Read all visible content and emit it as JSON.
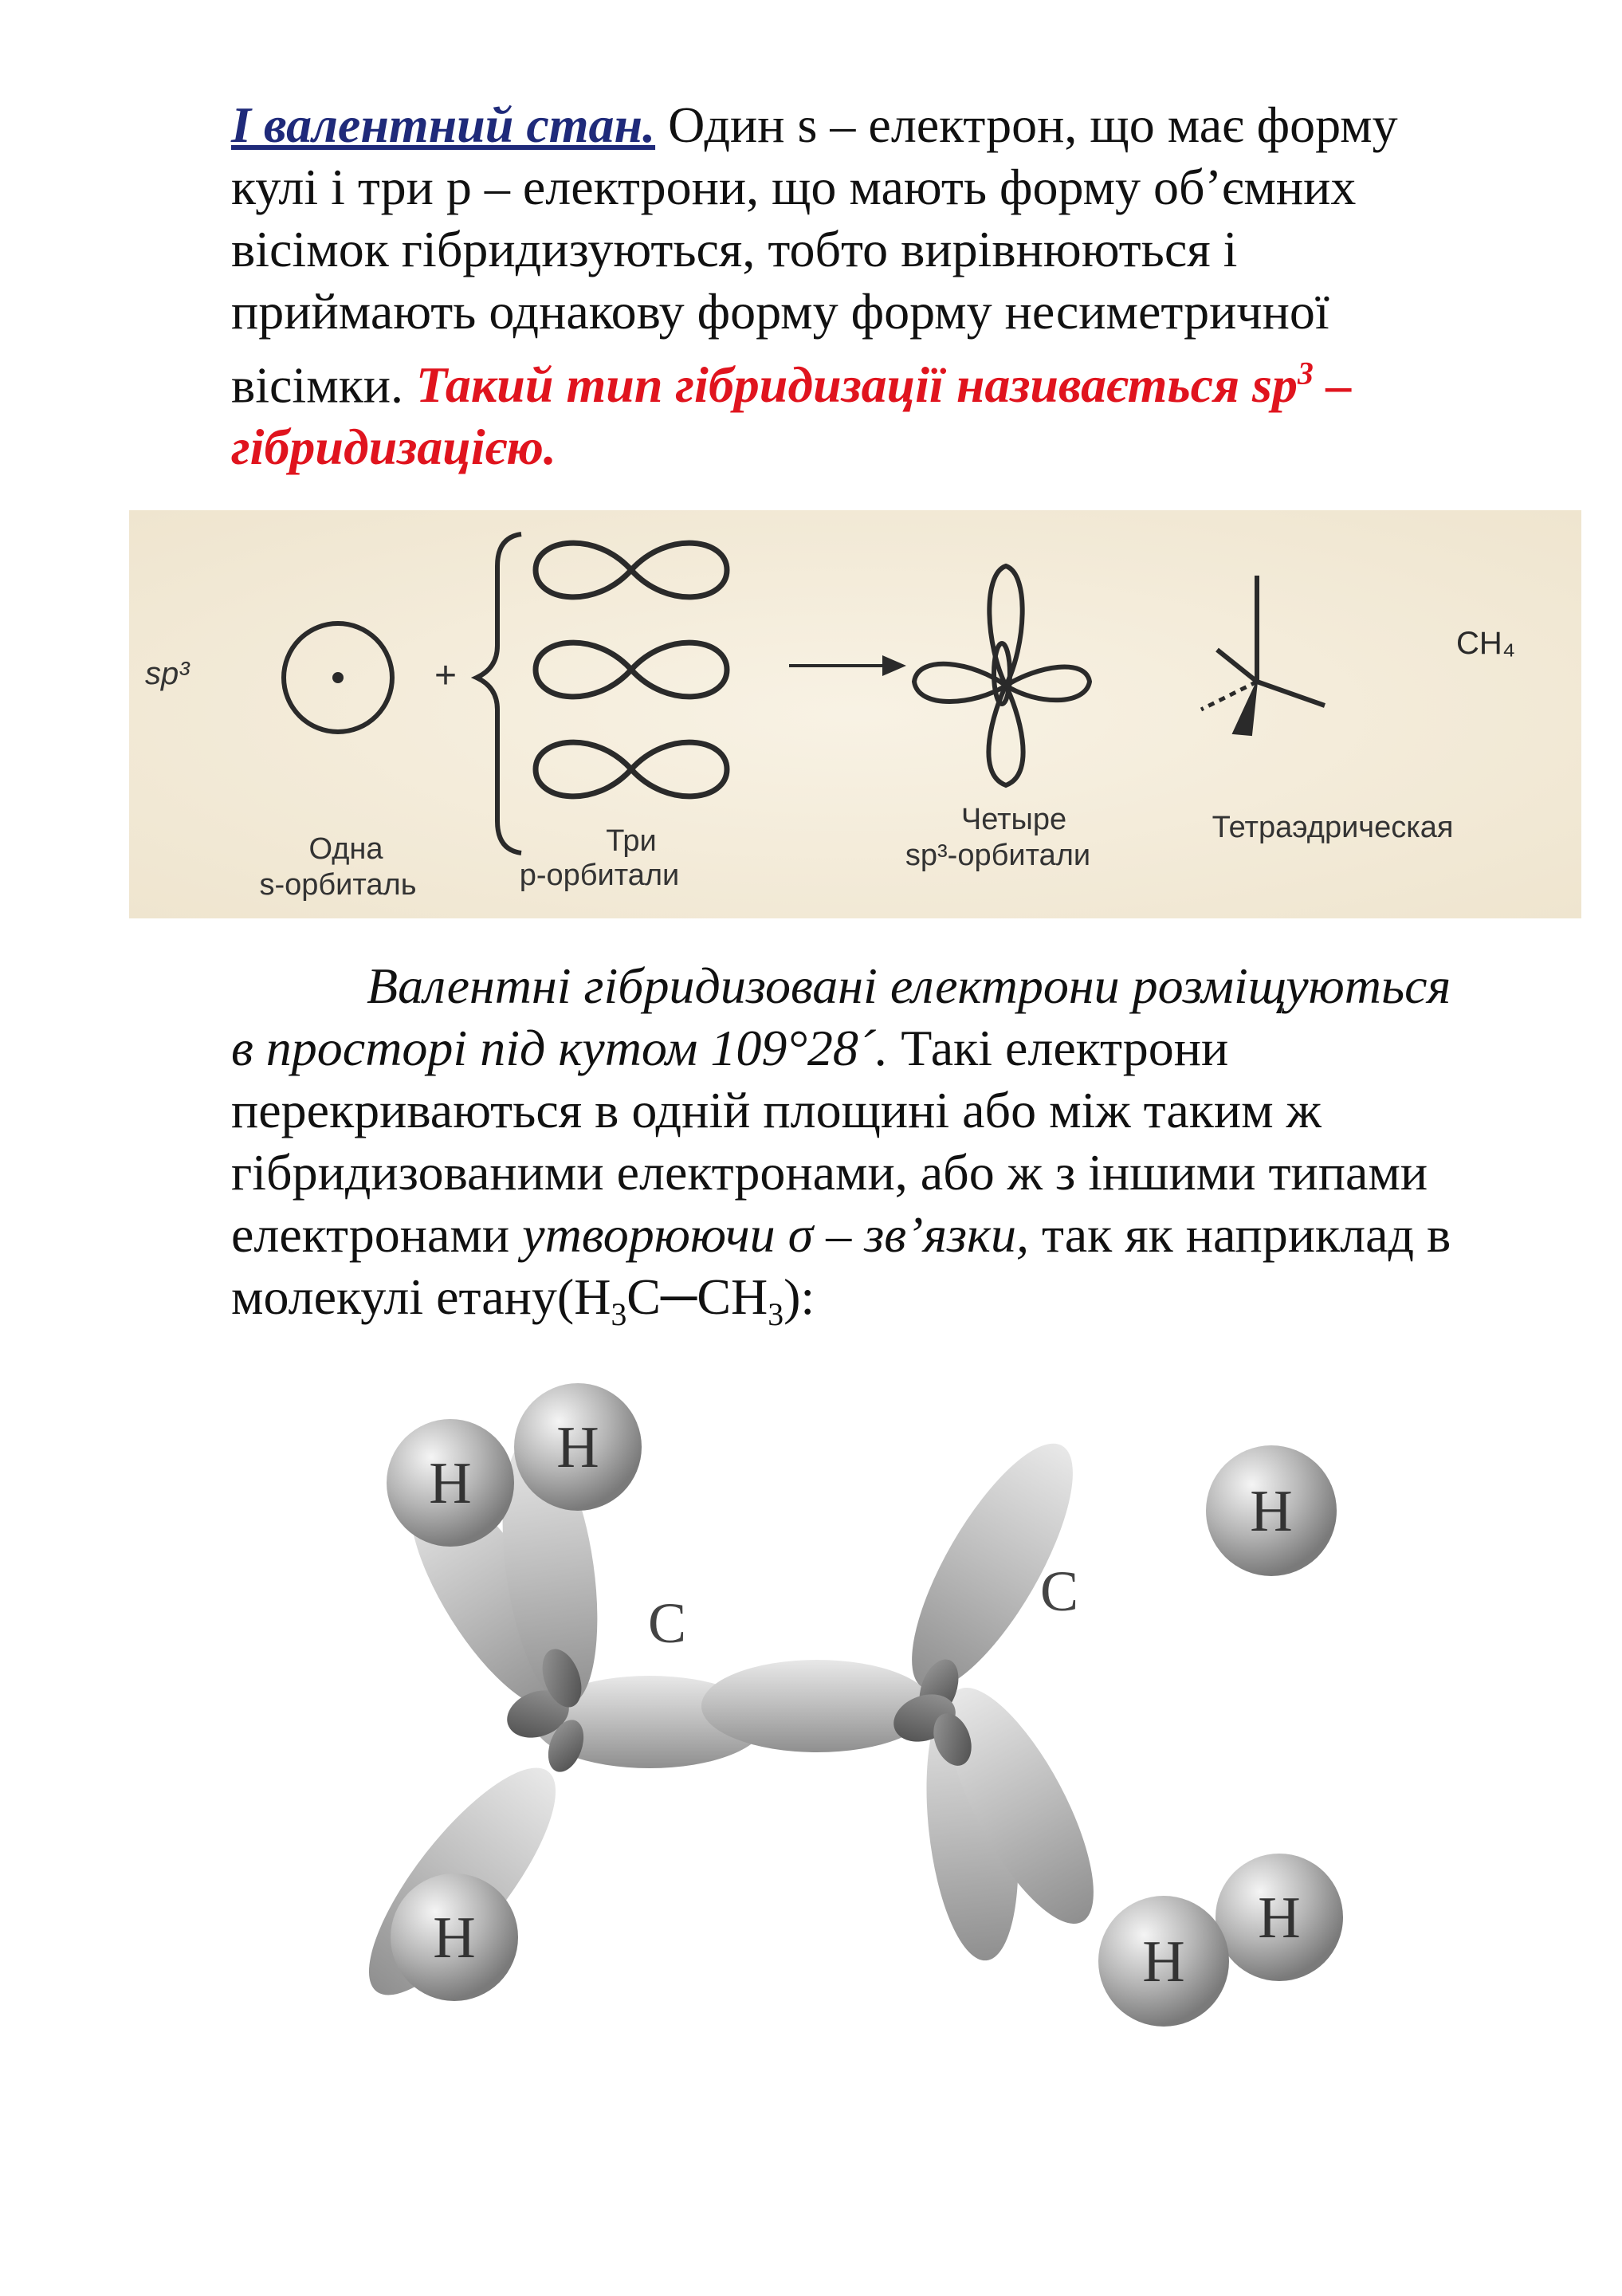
{
  "paragraph1": {
    "heading": "І валентний стан.",
    "text": " Один s – електрон, що має форму кулі і три р – електрони, що мають форму об’ємних вісімок гібридизуються, тобто вирівнюються і приймають однакову форму форму несиметричної вісімки. ",
    "emphasis_before_sup": "Такий тип гібридизації називається sp",
    "emphasis_sup": "3",
    "emphasis_after_sup": " – гібридизацією."
  },
  "figure1": {
    "label_sp3": "sp³",
    "plus": "+",
    "formula": "CH₄",
    "caption_s_line1": "Одна",
    "caption_s_line2": "s-орбиталь",
    "caption_p_line1": "Три",
    "caption_p_line2": "p-орбитали",
    "caption_sp3_line1": "Четыре",
    "caption_sp3_line2": "sp³-орбитали",
    "caption_tetra": "Тетраэдрическая"
  },
  "paragraph2": {
    "italic_part": "Валентні гібридизовані електрони розміщуються в просторі під кутом 109°28´.",
    "text_part": " Такі електрони перекриваються в одній площині або між таким ж гібридизованими електронами, або ж з іншими типами електронами ",
    "italic_part2": "утворюючи σ – зв’язки,",
    "text_part2": " так як наприклад в молекулі етану(H",
    "sub1": "3",
    "mid": "C─CH",
    "sub2": "3",
    "end": "):"
  },
  "figure2": {
    "atom_c_left": "C",
    "atom_c_right": "C",
    "atom_h": "H"
  }
}
